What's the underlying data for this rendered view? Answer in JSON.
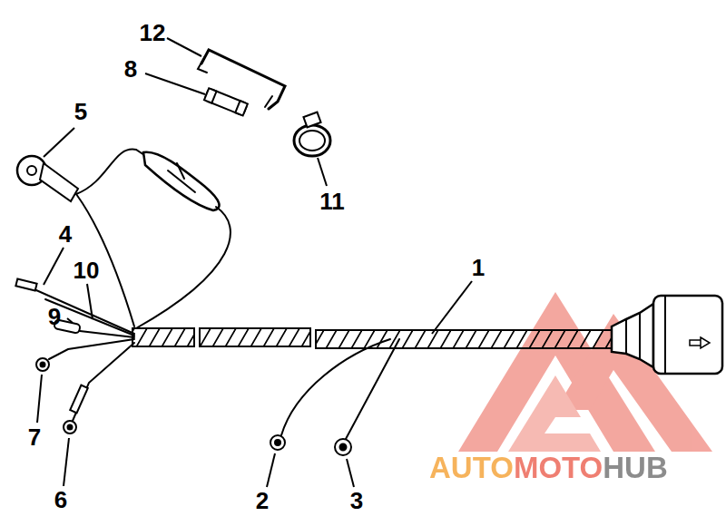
{
  "diagram": {
    "labels": [
      "12",
      "8",
      "5",
      "11",
      "4",
      "10",
      "1",
      "9",
      "7",
      "6",
      "2",
      "3",
      "AUTOMOTOHUB"
    ]
  }
}
